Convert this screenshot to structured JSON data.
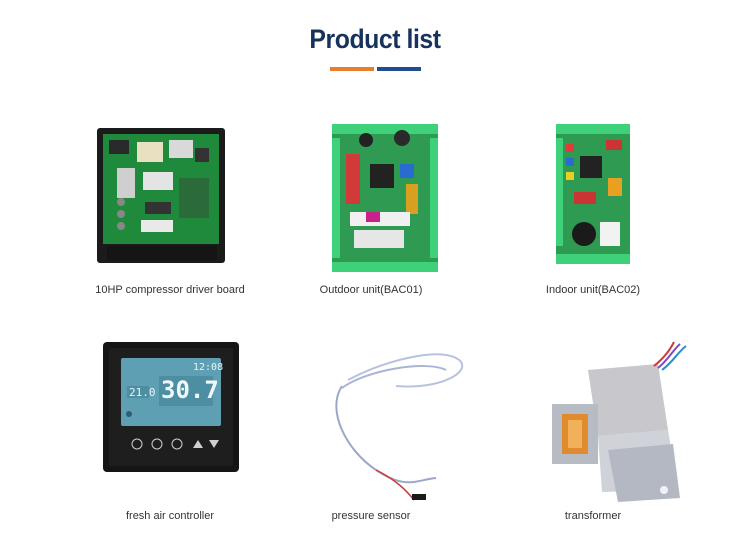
{
  "header": {
    "title": "Product list",
    "title_color": "#17335c",
    "accent_left": "#e87d2e",
    "accent_right": "#1e4e8c"
  },
  "products": [
    {
      "caption": "10HP compressor driver board",
      "icon": "circuit-board-icon"
    },
    {
      "caption": "Outdoor unit(BAC01)",
      "icon": "circuit-board-icon"
    },
    {
      "caption": "Indoor unit(BAC02)",
      "icon": "circuit-board-icon"
    },
    {
      "caption": "fresh air controller",
      "icon": "thermostat-icon",
      "display": {
        "time": "12:08",
        "set_temp": "21.0",
        "current_temp": "30.7"
      }
    },
    {
      "caption": "pressure sensor",
      "icon": "cable-sensor-icon"
    },
    {
      "caption": "transformer",
      "icon": "transformer-icon"
    }
  ]
}
